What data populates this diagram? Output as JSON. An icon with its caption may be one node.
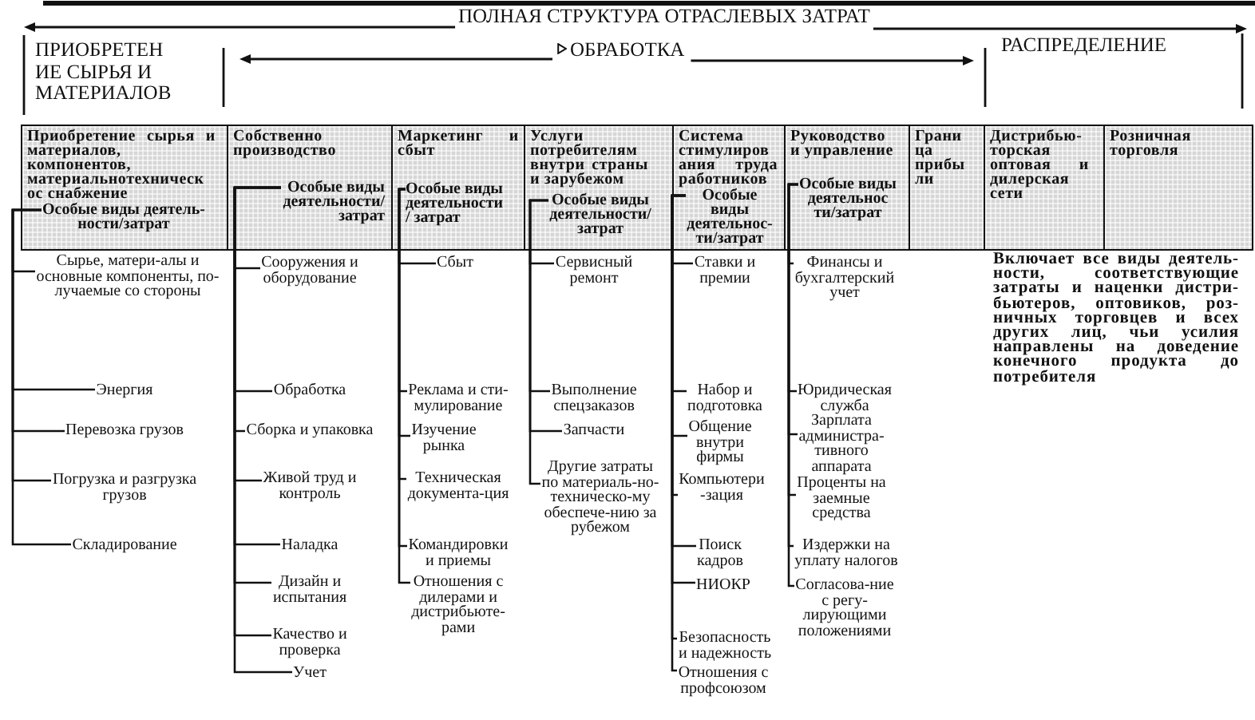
{
  "diagram": {
    "title": "ПОЛНАЯ СТРУКТУРА ОТРАСЛЕВЫХ ЗАТРАТ",
    "nodes": [
      {
        "text": [
          "Приобретение сырья и материалов, компонентов, материальнотехническ ос снабжение"
        ]
      },
      {
        "text": [
          "Особые виды деятель- ности/затрат"
        ],
        "in": 0
      },
      {
        "text": [
          "Собственно производство"
        ]
      },
      {
        "text": [
          "Особые виды деятельности/ затрат"
        ],
        "in": 2
      },
      {
        "text": [
          "Маркетинг и сбыт"
        ]
      },
      {
        "text": [
          "Особые виды деятельности / затрат"
        ],
        "in": 4
      },
      {
        "text": [
          "Услуги потребителям внутри страны и зарубежом"
        ]
      },
      {
        "text": [
          "Особые виды деятельности/ затрат"
        ],
        "in": 6
      },
      {
        "text": [
          "Система стимулиров ания труда работников"
        ]
      },
      {
        "text": [
          "Особые виды деятельнос- ти/затрат"
        ],
        "in": 8
      },
      {
        "text": [
          "Руководство и управление"
        ]
      },
      {
        "text": [
          "Особые виды деятельнос ти/затрат"
        ],
        "in": 10
      },
      {
        "text": [
          "Грани ца прибы ли"
        ]
      },
      {
        "text": [
          "Дистрибью- торская оптовая и дилерская сети"
        ]
      },
      {
        "text": [
          "Розничная торговля"
        ]
      },
      {
        "text": [
          "Сырье, матери-алы и основные компоненты, по-лучаемые со стороны"
        ]
      },
      {
        "text": [
          "Энергия"
        ]
      },
      {
        "text": [
          "Перевозка грузов"
        ]
      },
      {
        "text": [
          "Погрузка и разгрузка грузов"
        ]
      },
      {
        "text": [
          "Складирование"
        ]
      },
      {
        "text": [
          "Сооружения и оборудование"
        ]
      },
      {
        "text": [
          "Обработка"
        ]
      },
      {
        "text": [
          "Сборка и упаковка"
        ]
      },
      {
        "text": [
          "Живой труд и контроль"
        ]
      },
      {
        "text": [
          "Наладка"
        ]
      },
      {
        "text": [
          "Дизайн и испытания"
        ]
      },
      {
        "text": [
          "Качество и проверка"
        ]
      },
      {
        "text": [
          "Учет"
        ]
      },
      {
        "text": [
          "Сбыт"
        ]
      },
      {
        "text": [
          "Реклама и сти- мулирование"
        ]
      },
      {
        "text": [
          "Изучение рынка"
        ]
      },
      {
        "text": [
          "Техническая документа-ция"
        ]
      },
      {
        "text": [
          "Командировки и приемы"
        ]
      },
      {
        "text": [
          "Отношения с дилерами и дистрибьюте- рами"
        ]
      },
      {
        "text": [
          "Сервисный ремонт"
        ]
      },
      {
        "text": [
          "Выполнение спецзаказов"
        ]
      },
      {
        "text": [
          "Запчасти"
        ]
      },
      {
        "text": [
          "Другие затраты по материаль-но- техническо-му обеспече-нию за рубежом"
        ]
      },
      {
        "text": [
          "Ставки и премии"
        ]
      },
      {
        "text": [
          "Набор и подготовка"
        ]
      },
      {
        "text": [
          "Общение внутри фирмы"
        ]
      },
      {
        "text": [
          "Компьютери -зация"
        ]
      },
      {
        "text": [
          "Поиск кадров"
        ]
      },
      {
        "text": [
          "НИОКР"
        ]
      },
      {
        "text": [
          "Безопасность и надежность"
        ]
      },
      {
        "text": [
          "Отношения с профсоюзом"
        ]
      },
      {
        "text": [
          "Финансы и бухгалтерский учет"
        ]
      },
      {
        "text": [
          "Юридическая служба"
        ]
      },
      {
        "text": [
          "Зарплата администра- тивного аппарата"
        ]
      },
      {
        "text": [
          "Проценты на заемные средства"
        ]
      },
      {
        "text": [
          "Издержки на уплату налогов"
        ]
      },
      {
        "text": [
          "Согласова-ние с регу- лирующими положениями"
        ]
      }
    ],
    "edges": [
      {
        "from": 1,
        "to": 15,
        "arrow": "none"
      },
      {
        "from": 1,
        "to": 16,
        "arrow": "none"
      },
      {
        "from": 1,
        "to": 17,
        "arrow": "none"
      },
      {
        "from": 1,
        "to": 18,
        "arrow": "none"
      },
      {
        "from": 1,
        "to": 19,
        "arrow": "none"
      },
      {
        "from": 3,
        "to": 20,
        "arrow": "none"
      },
      {
        "from": 3,
        "to": 21,
        "arrow": "none"
      },
      {
        "from": 3,
        "to": 22,
        "arrow": "none"
      },
      {
        "from": 3,
        "to": 23,
        "arrow": "none"
      },
      {
        "from": 3,
        "to": 24,
        "arrow": "none"
      },
      {
        "from": 3,
        "to": 25,
        "arrow": "none"
      },
      {
        "from": 3,
        "to": 26,
        "arrow": "none"
      },
      {
        "from": 3,
        "to": 27,
        "arrow": "none"
      },
      {
        "from": 5,
        "to": 28,
        "arrow": "none"
      },
      {
        "from": 5,
        "to": 29,
        "arrow": "none"
      },
      {
        "from": 5,
        "to": 30,
        "arrow": "none"
      },
      {
        "from": 5,
        "to": 31,
        "arrow": "none"
      },
      {
        "from": 5,
        "to": 32,
        "arrow": "none"
      },
      {
        "from": 5,
        "to": 33,
        "arrow": "none"
      },
      {
        "from": 7,
        "to": 34,
        "arrow": "none"
      },
      {
        "from": 7,
        "to": 35,
        "arrow": "none"
      },
      {
        "from": 7,
        "to": 36,
        "arrow": "none"
      },
      {
        "from": 7,
        "to": 37,
        "arrow": "none"
      },
      {
        "from": 9,
        "to": 38,
        "arrow": "none"
      },
      {
        "from": 9,
        "to": 39,
        "arrow": "none"
      },
      {
        "from": 9,
        "to": 40,
        "arrow": "none"
      },
      {
        "from": 9,
        "to": 41,
        "arrow": "none"
      },
      {
        "from": 9,
        "to": 42,
        "arrow": "none"
      },
      {
        "from": 9,
        "to": 43,
        "arrow": "none"
      },
      {
        "from": 9,
        "to": 44,
        "arrow": "none"
      },
      {
        "from": 9,
        "to": 45,
        "arrow": "none"
      },
      {
        "from": 11,
        "to": 46,
        "arrow": "none"
      },
      {
        "from": 11,
        "to": 47,
        "arrow": "none"
      },
      {
        "from": 11,
        "to": 48,
        "arrow": "none"
      },
      {
        "from": 11,
        "to": 49,
        "arrow": "none"
      },
      {
        "from": 11,
        "to": 50,
        "arrow": "none"
      },
      {
        "from": 11,
        "to": 51,
        "arrow": "none"
      }
    ],
    "labels": [
      "ПРИОБРЕТЕН ИЕ СЫРЬЯ И МАТЕРИАЛОВ",
      "ОБРАБОТКА",
      "РАСПРЕДЕЛЕНИЕ",
      "Включает все виды деятель- ности, соответствующие затраты и наценки дистри- бьютеров, оптовиков, роз- ничных торговцев и всех других лиц, чьи усилия направлены на доведение конечного продукта до потребителя"
    ]
  }
}
